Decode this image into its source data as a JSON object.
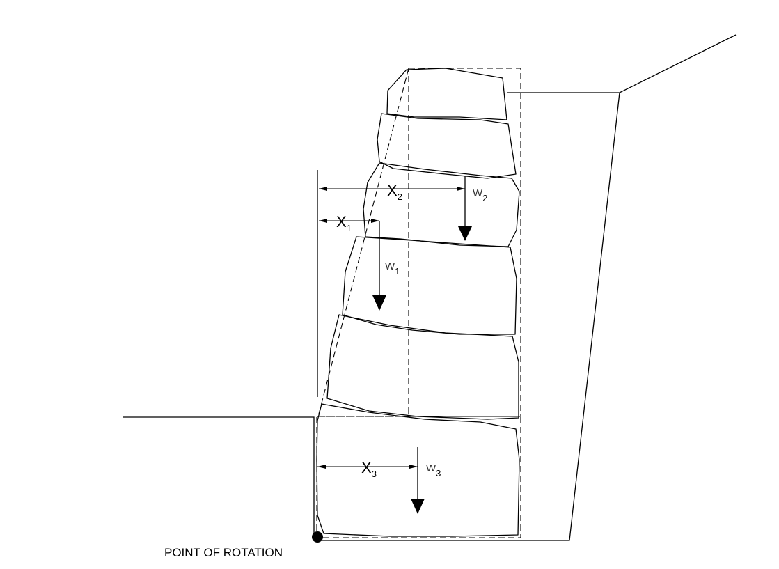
{
  "labels": {
    "x1": {
      "main": "X",
      "sub": "1"
    },
    "x2": {
      "main": "X",
      "sub": "2"
    },
    "x3": {
      "main": "X",
      "sub": "3"
    },
    "w1": {
      "main": "W",
      "sub": "1"
    },
    "w2": {
      "main": "W",
      "sub": "2"
    },
    "w3": {
      "main": "W",
      "sub": "3"
    },
    "pivot": "POINT OF ROTATION"
  },
  "colors": {
    "ink": "#000000"
  }
}
